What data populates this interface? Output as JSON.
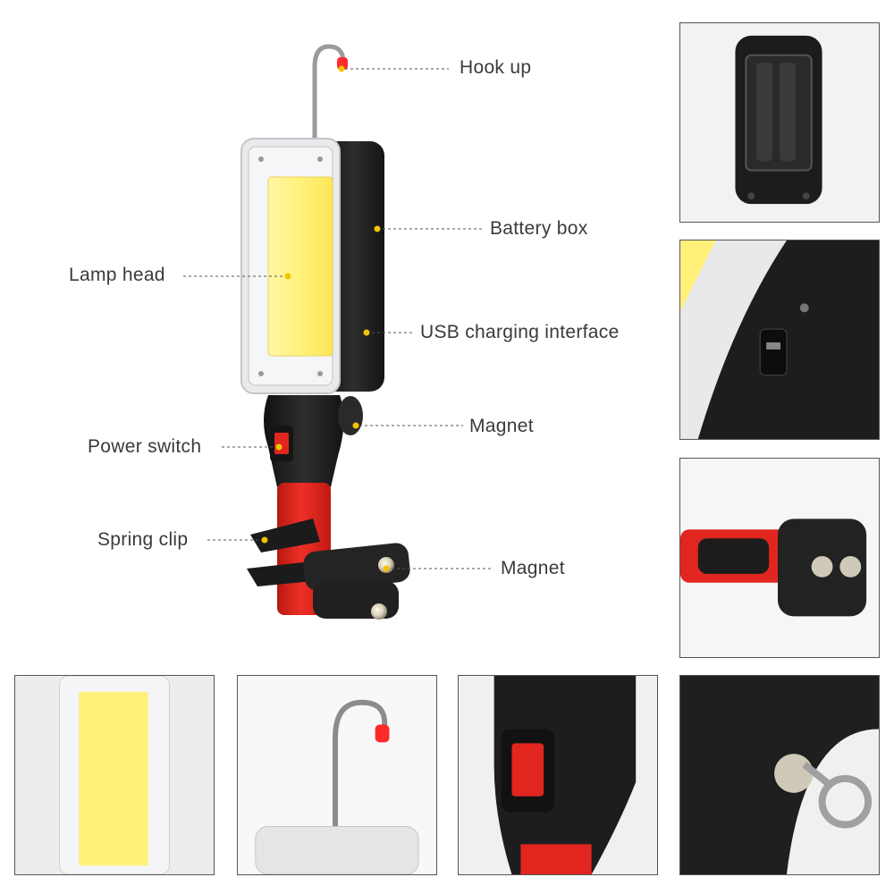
{
  "callouts": {
    "hook_up": "Hook up",
    "battery_box": "Battery box",
    "lamp_head": "Lamp head",
    "usb_charging": "USB charging interface",
    "magnet_top": "Magnet",
    "power_switch": "Power switch",
    "spring_clip": "Spring clip",
    "magnet_bottom": "Magnet"
  },
  "colors": {
    "body_black": "#1e1e1e",
    "handle_red": "#e0261f",
    "cob_yellow": "#fff17a",
    "hook_tip": "#ff2a2a",
    "leader_line": "#555555",
    "marker_dot": "#f2c400"
  },
  "detail_panels": [
    {
      "name": "battery-compartment-view"
    },
    {
      "name": "usb-port-view"
    },
    {
      "name": "magnet-base-view"
    },
    {
      "name": "cob-lamp-view"
    },
    {
      "name": "hook-view"
    },
    {
      "name": "power-switch-view"
    },
    {
      "name": "rear-magnet-ring-view"
    }
  ]
}
